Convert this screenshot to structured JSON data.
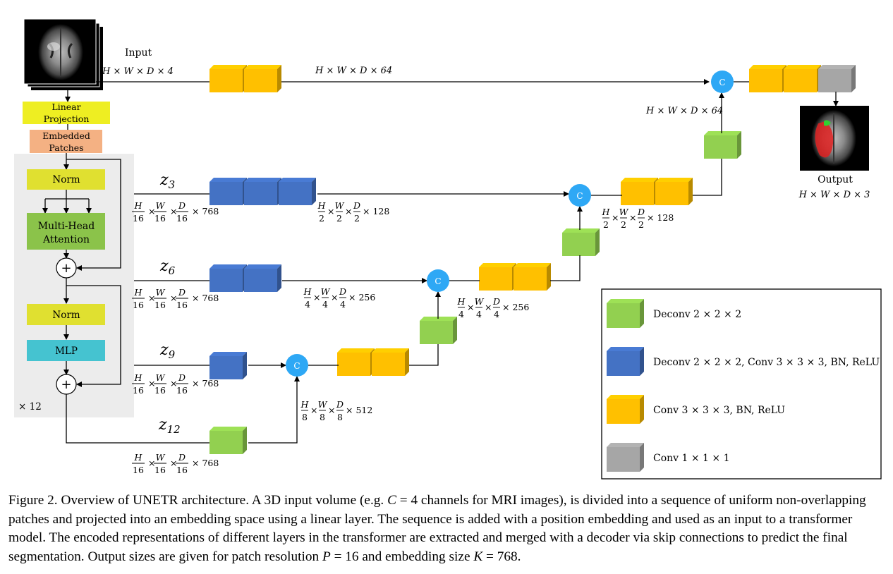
{
  "input": {
    "label": "Input",
    "dims": "H × W × D × 4"
  },
  "encoder": {
    "linear_projection": [
      "Linear",
      "Projection"
    ],
    "embedded_patches": [
      "Embedded",
      "Patches"
    ],
    "norm1": "Norm",
    "mha": [
      "Multi-Head",
      "Attention"
    ],
    "norm2": "Norm",
    "mlp": "MLP",
    "plus": "+",
    "repeat": "× 12"
  },
  "top_path": {
    "dims_after_convs": "H × W × D × 64",
    "dims_after_green": "H × W × D × 64"
  },
  "skips": {
    "z3": {
      "name": "z",
      "sub": "3",
      "fraction": {
        "num": [
          "H",
          "W",
          "D"
        ],
        "den": [
          "16",
          "16",
          "16"
        ],
        "channels": "× 768"
      },
      "out": {
        "num": [
          "H",
          "W",
          "D"
        ],
        "den": [
          "2",
          "2",
          "2"
        ],
        "channels": "× 128"
      }
    },
    "z6": {
      "name": "z",
      "sub": "6",
      "fraction": {
        "num": [
          "H",
          "W",
          "D"
        ],
        "den": [
          "16",
          "16",
          "16"
        ],
        "channels": "× 768"
      },
      "out": {
        "num": [
          "H",
          "W",
          "D"
        ],
        "den": [
          "4",
          "4",
          "4"
        ],
        "channels": "× 256"
      }
    },
    "z9": {
      "name": "z",
      "sub": "9",
      "fraction": {
        "num": [
          "H",
          "W",
          "D"
        ],
        "den": [
          "16",
          "16",
          "16"
        ],
        "channels": "× 768"
      }
    },
    "z12": {
      "name": "z",
      "sub": "12",
      "fraction": {
        "num": [
          "H",
          "W",
          "D"
        ],
        "den": [
          "16",
          "16",
          "16"
        ],
        "channels": "× 768"
      }
    }
  },
  "decoder": {
    "concat_symbol": "C",
    "d512": {
      "num": [
        "H",
        "W",
        "D"
      ],
      "den": [
        "8",
        "8",
        "8"
      ],
      "channels": "× 512"
    },
    "d256": {
      "num": [
        "H",
        "W",
        "D"
      ],
      "den": [
        "4",
        "4",
        "4"
      ],
      "channels": "× 256"
    },
    "d128": {
      "num": [
        "H",
        "W",
        "D"
      ],
      "den": [
        "2",
        "2",
        "2"
      ],
      "channels": "× 128"
    }
  },
  "output": {
    "label": "Output",
    "dims": "H × W × D × 3"
  },
  "legend": [
    {
      "color": "#92d050",
      "label": "Deconv 2 × 2 × 2"
    },
    {
      "color": "#4472c4",
      "label": "Deconv 2 × 2 × 2,  Conv 3 × 3 × 3, BN, ReLU"
    },
    {
      "color": "#ffc000",
      "label": "Conv 3 × 3 × 3, BN, ReLU"
    },
    {
      "color": "#a6a6a6",
      "label": "Conv 1 × 1 × 1"
    }
  ],
  "colors": {
    "green": "#92d050",
    "blue": "#4472c4",
    "yellow": "#ffc000",
    "gray": "#a6a6a6",
    "concat": "#2ea8f5",
    "linear_proj": "#eeee22",
    "embedded": "#f4b183",
    "norm": "#e0e030",
    "mha": "#8bc34a",
    "mlp": "#45c3d0",
    "encoder_bg": "#ececec"
  },
  "caption": {
    "prefix": "Figure 2. Overview of UNETR architecture. A 3D input volume (e.g. ",
    "math1": "C",
    "eq1": " = 4",
    "mid1": " channels for MRI images), is divided into a sequence of uniform non-overlapping patches and projected into an embedding space using a linear layer. The sequence is added with a position embedding and used as an input to a transformer model. The encoded representations of different layers in the transformer are extracted and merged with a decoder via skip connections to predict the final segmentation. Output sizes are given for patch resolution ",
    "math2": "P",
    "eq2": " = 16",
    "mid2": " and embedding size ",
    "math3": "K",
    "eq3": " = 768",
    "suffix": "."
  }
}
